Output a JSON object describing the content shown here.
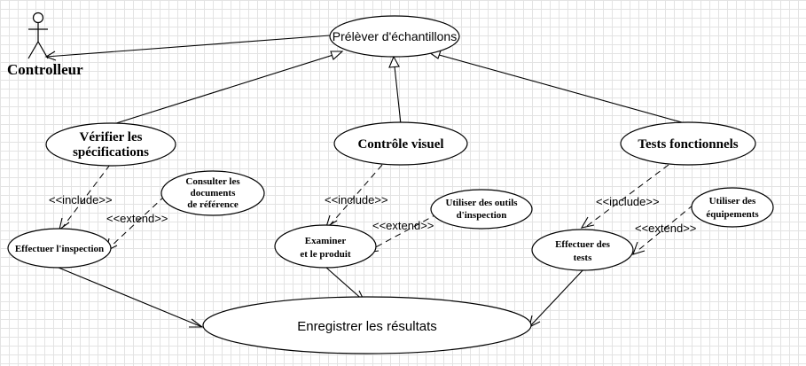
{
  "actor": {
    "name": "Controlleur"
  },
  "use_cases": {
    "prelever": "Prélèver d'échantillons",
    "verifier_l1": "Vérifier les",
    "verifier_l2": "spécifications",
    "controle": "Contrôle visuel",
    "tests": "Tests fonctionnels",
    "consulter_l1": "Consulter les",
    "consulter_l2": "documents",
    "consulter_l3": "de référence",
    "effectuer_inspection": "Effectuer l'inspection",
    "examiner_l1": "Examiner",
    "examiner_l2": "et le produit",
    "utiliser_outils_l1": "Utiliser des outils",
    "utiliser_outils_l2": "d'inspection",
    "effectuer_tests_l1": "Effectuer des",
    "effectuer_tests_l2": "tests",
    "utiliser_equip_l1": "Utiliser des",
    "utiliser_equip_l2": "équipements",
    "enregistrer": "Enregistrer les résultats"
  },
  "stereotypes": {
    "include": "<<include>>",
    "extend": "<<extend>>"
  }
}
